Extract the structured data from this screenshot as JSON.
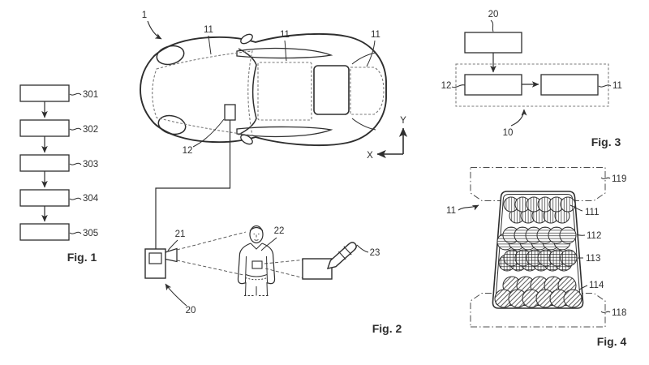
{
  "palette": {
    "ink": "#2e2e2e",
    "dashed_gray": "#7a7a7a",
    "background": "#ffffff"
  },
  "fig1": {
    "caption": "Fig. 1",
    "steps": [
      "301",
      "302",
      "303",
      "304",
      "305"
    ]
  },
  "fig2": {
    "caption": "Fig. 2",
    "vehicle": "1",
    "zones": [
      "11",
      "11",
      "11"
    ],
    "sensor": "12",
    "device": "20",
    "lens": "21",
    "person": "22",
    "key": "23",
    "axis_x": "X",
    "axis_y": "Y"
  },
  "fig3": {
    "caption": "Fig. 3",
    "camera": "20",
    "system": "10",
    "input": "12",
    "output": "11"
  },
  "fig4": {
    "caption": "Fig. 4",
    "panel": "11",
    "rows": [
      "111",
      "112",
      "113",
      "114"
    ],
    "band_top": "119",
    "band_bottom": "118"
  }
}
